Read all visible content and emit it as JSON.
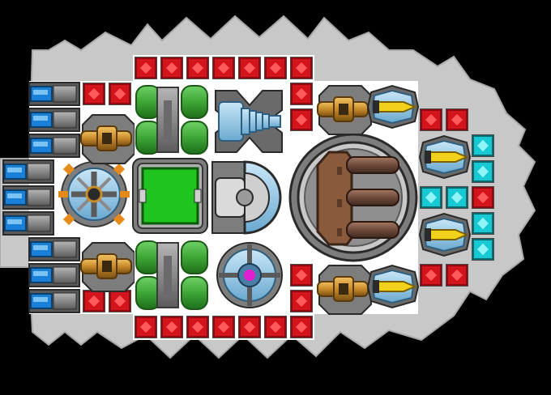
{
  "scene": {
    "title": "",
    "background": "#000000"
  },
  "palette": {
    "hull": "#c8c8c8",
    "hull_dark": "#a9a9a9",
    "deck": "#ffffff",
    "armor_red": "#d4141c",
    "armor_red_dark": "#8d0b10",
    "shield_cyan": "#18c9d3",
    "thruster_blue": "#1a7fd6",
    "tank_green": "#3da635",
    "cockpit_green": "#1fc41f",
    "engine_brass": "#c88a2a",
    "core_magenta": "#e020d0",
    "missile_yellow": "#f1d11a",
    "metal_grey": "#7d7d7d",
    "cannon_brown": "#8a5a3c"
  },
  "modules": {
    "armor_blocks": "red-armor-block",
    "shield_blocks": "cyan-shield-block",
    "thrusters": "blue-thruster",
    "gyros": "gyroscope",
    "tanks": "green-fuel-tank",
    "cockpit": "green-cockpit",
    "reactor": "reactor-core",
    "main_cannon": "triple-barrel-cannon",
    "turrets": "brass-turret",
    "missiles": "missile-launcher",
    "laser": "laser-emitter"
  }
}
